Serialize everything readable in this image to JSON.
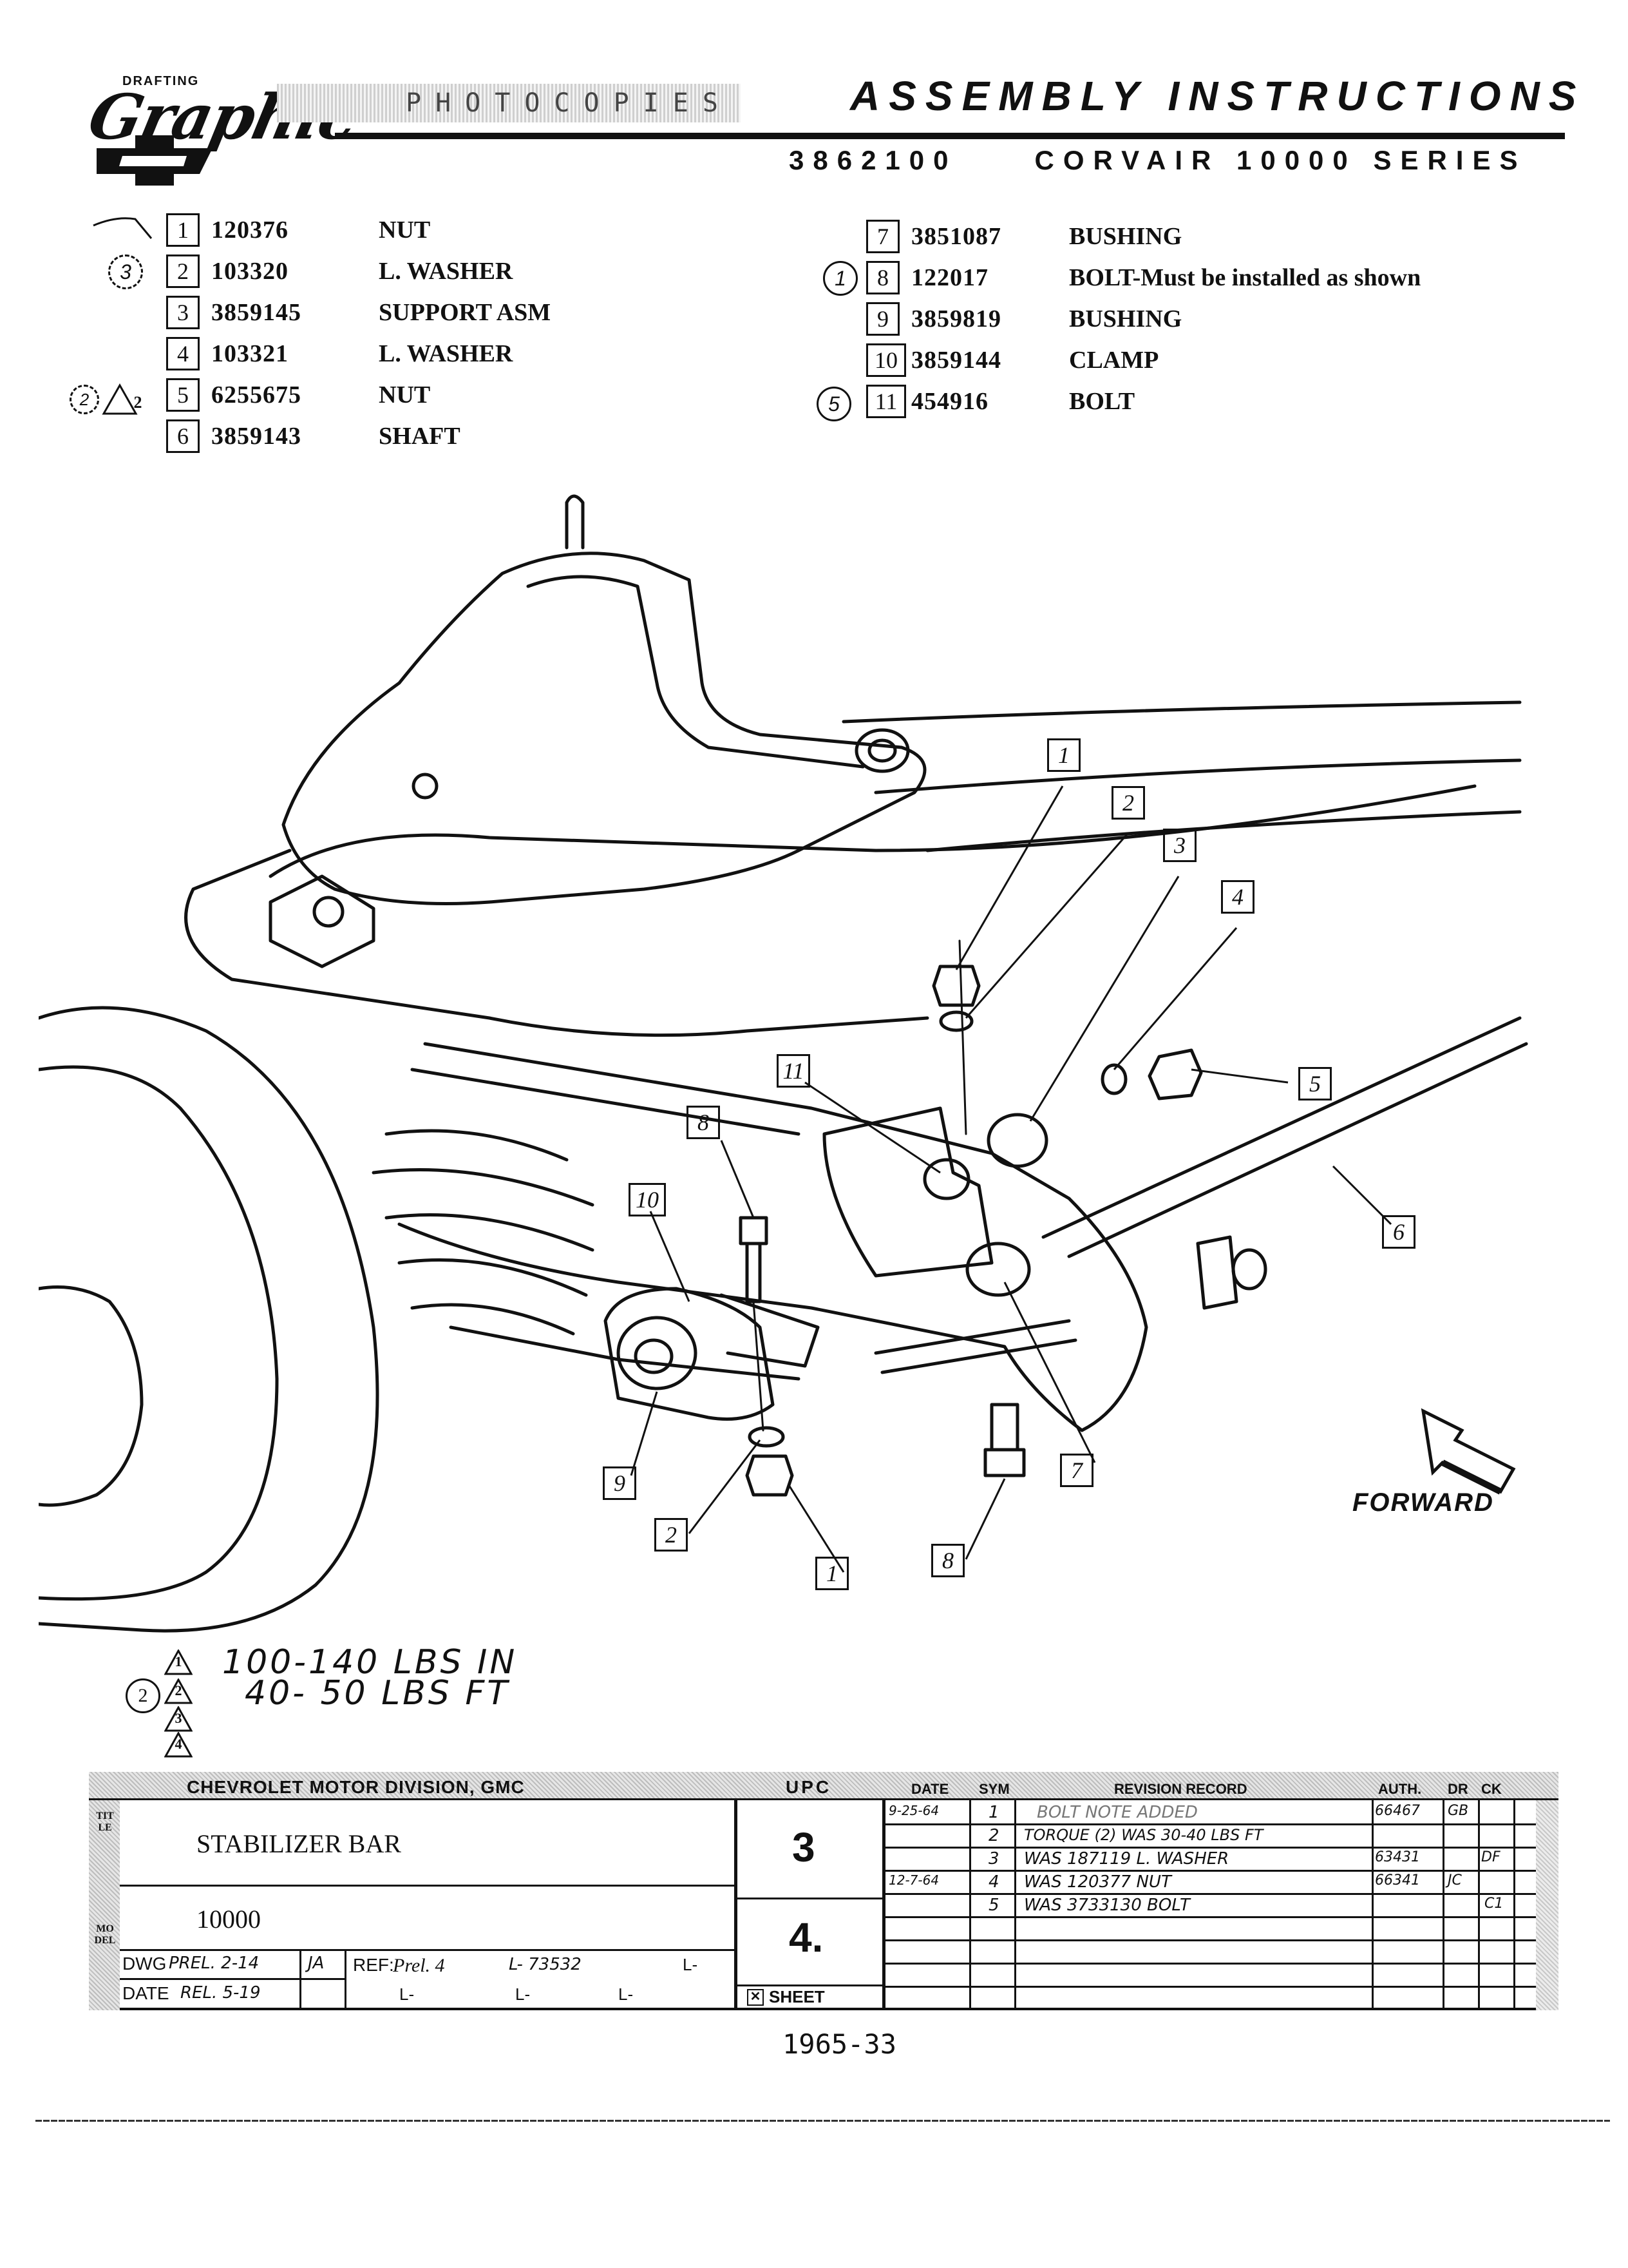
{
  "header": {
    "logo_top": "DRAFTING",
    "logo_script": "Graphic",
    "logo_stamp": "PHOTOCOPIES",
    "title": "ASSEMBLY INSTRUCTIONS",
    "part_number": "3862100",
    "series": "CORVAIR 10000 SERIES"
  },
  "parts_left": [
    {
      "sym": "1",
      "number": "120376",
      "name": "NUT"
    },
    {
      "sym": "2",
      "number": "103320",
      "name": "L. WASHER"
    },
    {
      "sym": "3",
      "number": "3859145",
      "name": "SUPPORT ASM"
    },
    {
      "sym": "4",
      "number": "103321",
      "name": "L. WASHER"
    },
    {
      "sym": "5",
      "number": "6255675",
      "name": "NUT"
    },
    {
      "sym": "6",
      "number": "3859143",
      "name": "SHAFT"
    }
  ],
  "parts_right": [
    {
      "sym": "7",
      "number": "3851087",
      "name": "BUSHING"
    },
    {
      "sym": "8",
      "number": "122017",
      "name": "BOLT-Must be installed as shown"
    },
    {
      "sym": "9",
      "number": "3859819",
      "name": "BUSHING"
    },
    {
      "sym": "10",
      "number": "3859144",
      "name": "CLAMP"
    },
    {
      "sym": "11",
      "number": "454916",
      "name": "BOLT"
    }
  ],
  "revision_marks": {
    "row2": "3",
    "row5_circle": "2",
    "row5_tri": "2",
    "row8": "1",
    "row11": "5"
  },
  "callouts": [
    "1",
    "2",
    "3",
    "4",
    "5",
    "6",
    "11",
    "8",
    "10",
    "7",
    "9",
    "2",
    "1",
    "8"
  ],
  "forward_label": "FORWARD",
  "torque": {
    "note1_symbol": "1",
    "note1": "100-140 LBS IN",
    "note2_circle": "2",
    "note2_symbol": "2",
    "note2": "40- 50 LBS FT",
    "note3_symbol": "3",
    "note4_symbol": "4"
  },
  "title_block": {
    "division": "CHEVROLET MOTOR DIVISION, GMC",
    "upc_label": "UPC",
    "item_name": "STABILIZER BAR",
    "model": "10000",
    "upc_value": "3",
    "sheet_value": "4.",
    "sheet_label": "SHEET",
    "dwg_label": "DWG",
    "dwg_value": "PREL. 2-14",
    "dwg_initials": "JA",
    "date_label": "DATE",
    "date_value": "REL. 5-19",
    "ref_label": "REF:",
    "ref_value": "Prel. 4",
    "l1": "L- 73532",
    "l2": "L-",
    "l3": "L-",
    "l4": "L-",
    "l5": "L-",
    "side_label_top": "TITLE",
    "side_label_bottom": "MODEL",
    "rev_headers": {
      "date": "DATE",
      "sym": "SYM",
      "record": "REVISION RECORD",
      "auth": "AUTH.",
      "dr": "DR",
      "ck": "CK"
    },
    "revisions": [
      {
        "date": "9-25-64",
        "sym": "1",
        "record": "BOLT NOTE ADDED",
        "auth": "66467",
        "dr": "GB",
        "ck": ""
      },
      {
        "date": "",
        "sym": "2",
        "record": "TORQUE (2) WAS 30-40 LBS FT",
        "auth": "",
        "dr": "",
        "ck": ""
      },
      {
        "date": "",
        "sym": "3",
        "record": "WAS 187119 L. WASHER",
        "auth": "63431",
        "dr": "",
        "ck": "DF"
      },
      {
        "date": "12-7-64",
        "sym": "4",
        "record": "WAS 120377 NUT",
        "auth": "66341",
        "dr": "JC",
        "ck": ""
      },
      {
        "date": "",
        "sym": "5",
        "record": "WAS 3733130 BOLT",
        "auth": "",
        "dr": "",
        "ck": "C1"
      }
    ]
  },
  "footer_code": "1965-33"
}
